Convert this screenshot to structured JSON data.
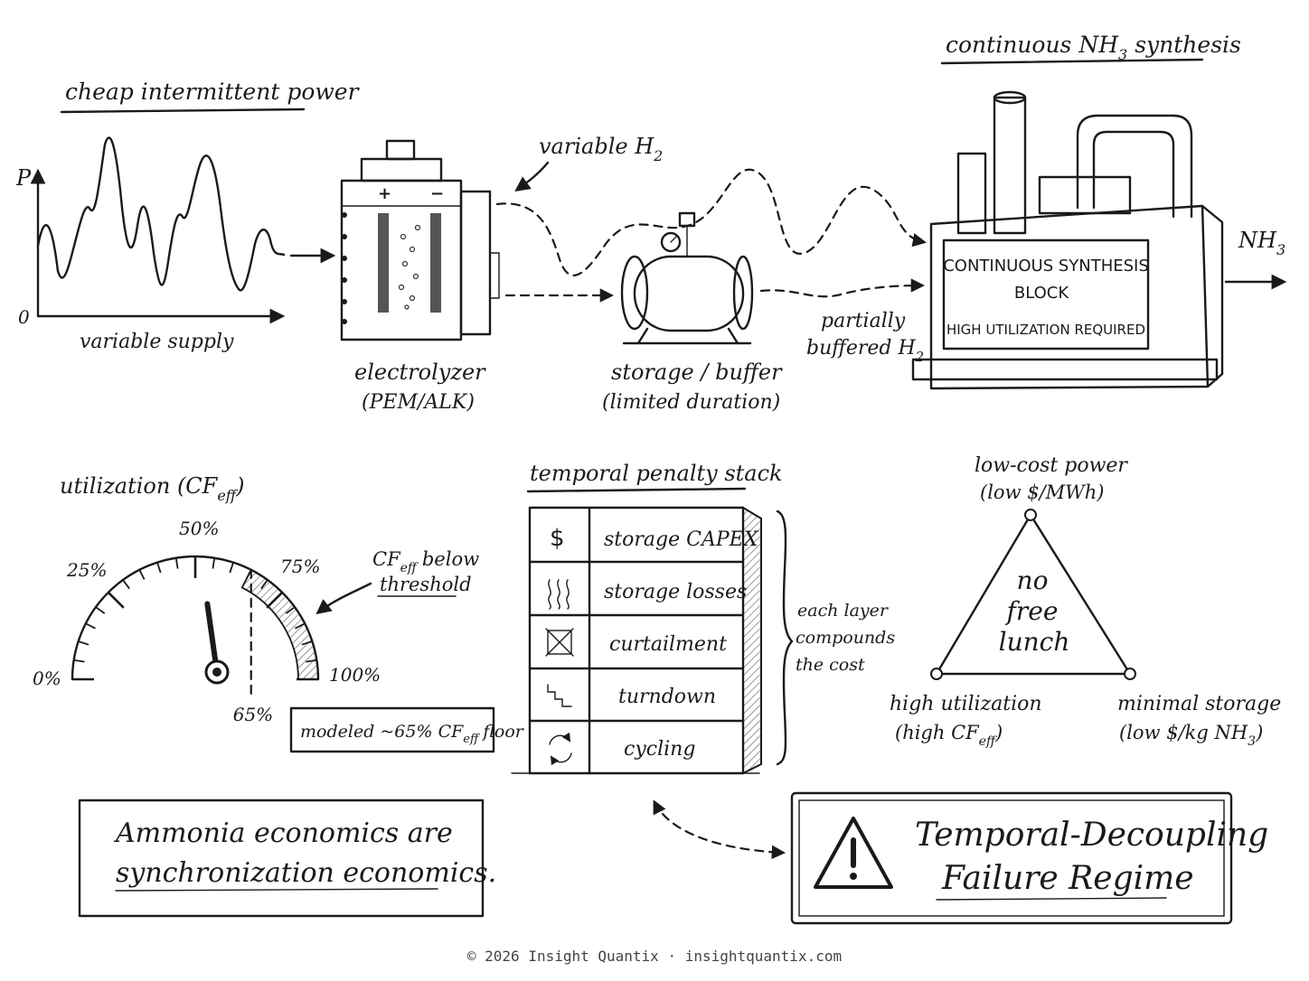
{
  "power": {
    "title": "cheap intermittent power",
    "axis_y": "P",
    "axis_zero": "0",
    "caption": "variable supply"
  },
  "electrolyzer": {
    "plus": "+",
    "minus": "−",
    "label": "electrolyzer",
    "sublabel": "(PEM/ALK)"
  },
  "flows": {
    "variable_h2": "variable H",
    "variable_h2_sub": "2",
    "buffered_line1": "partially",
    "buffered_line2": "buffered H",
    "buffered_sub": "2"
  },
  "storage": {
    "label": "storage / buffer",
    "sublabel": "(limited duration)"
  },
  "synthesis": {
    "title": "continuous NH",
    "title_sub": "3",
    "title_tail": "synthesis",
    "block_line1": "CONTINUOUS SYNTHESIS",
    "block_line2": "BLOCK",
    "block_line3": "HIGH UTILIZATION REQUIRED",
    "output": "NH",
    "output_sub": "3"
  },
  "gauge": {
    "title": "utilization (CF",
    "title_sub": "eff",
    "title_tail": ")",
    "ticks": [
      "0%",
      "25%",
      "50%",
      "75%",
      "100%"
    ],
    "marker_label": "65%",
    "note_line1": "CF",
    "note_line1_sub": "eff",
    "note_line1_tail": "below",
    "note_line2": "threshold",
    "floor_box": "modeled ~65% CF",
    "floor_box_sub": "eff",
    "floor_box_tail": "floor",
    "needle_value": 0.42
  },
  "penalty_stack": {
    "title": "temporal penalty stack",
    "layers": [
      {
        "icon": "dollar-icon",
        "glyph": "$",
        "label": "storage CAPEX"
      },
      {
        "icon": "heat-waves-icon",
        "glyph": "",
        "label": "storage losses"
      },
      {
        "icon": "cross-box-icon",
        "glyph": "",
        "label": "curtailment"
      },
      {
        "icon": "step-down-icon",
        "glyph": "",
        "label": "turndown"
      },
      {
        "icon": "cycle-arrows-icon",
        "glyph": "",
        "label": "cycling"
      }
    ],
    "brace_note": [
      "each layer",
      "compounds",
      "the cost"
    ]
  },
  "triangle": {
    "top_label": "low-cost power",
    "top_sub": "(low $/MWh)",
    "center": [
      "no",
      "free",
      "lunch"
    ],
    "left_label": "high utilization",
    "left_sub_a": "(high CF",
    "left_sub_b": "eff",
    "left_sub_c": ")",
    "right_label": "minimal storage",
    "right_sub_a": "(low $/kg NH",
    "right_sub_b": "3",
    "right_sub_c": ")"
  },
  "summary": {
    "line1": "Ammonia economics are",
    "line2": "synchronization economics."
  },
  "regime": {
    "line1": "Temporal-Decoupling",
    "line2": "Failure Regime"
  },
  "footer": "© 2026 Insight Quantix · insightquantix.com"
}
